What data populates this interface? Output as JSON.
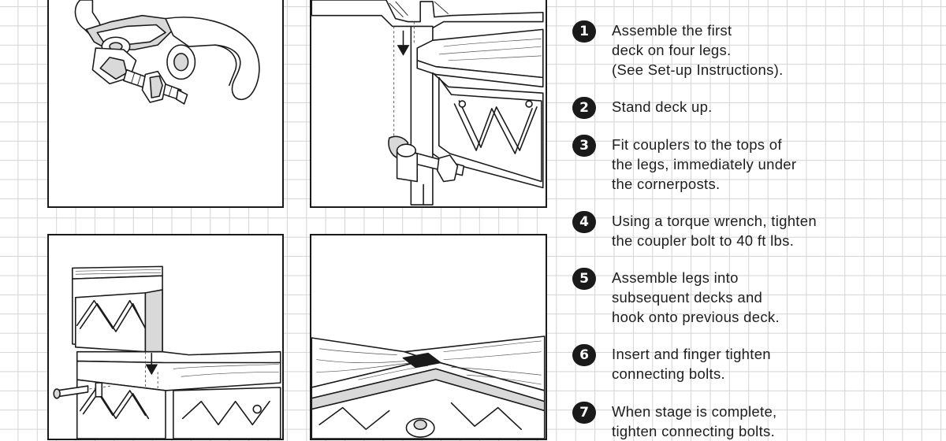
{
  "steps": [
    {
      "number": "1",
      "text": "Assemble the first\ndeck on four legs.\n(See Set-up Instructions)."
    },
    {
      "number": "2",
      "text": "Stand deck up."
    },
    {
      "number": "3",
      "text": "Fit couplers to the tops of\nthe legs, immediately under\nthe cornerposts."
    },
    {
      "number": "4",
      "text": "Using a torque wrench, tighten\nthe coupler bolt to 40 ft lbs."
    },
    {
      "number": "5",
      "text": "Assemble legs into\nsubsequent decks and\nhook onto previous deck."
    },
    {
      "number": "6",
      "text": "Insert and finger tighten\nconnecting bolts."
    },
    {
      "number": "7",
      "text": "When stage is complete,\ntighten connecting bolts."
    }
  ],
  "colors": {
    "grid": "#d4d4d4",
    "ink": "#1a1a1a",
    "paper": "#ffffff"
  },
  "illustrations": [
    "coupler-clamp-closeup",
    "coupler-fitted-under-cornerpost",
    "connecting-subsequent-decks",
    "connected-deck-surfaces"
  ]
}
